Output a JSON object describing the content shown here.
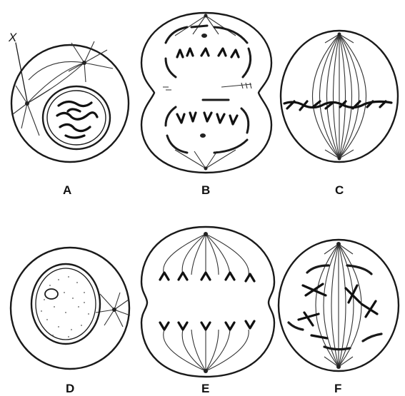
{
  "panels": [
    {
      "id": "A",
      "label": "A",
      "pointer_label": "X"
    },
    {
      "id": "B",
      "label": "B"
    },
    {
      "id": "C",
      "label": "C"
    },
    {
      "id": "D",
      "label": "D"
    },
    {
      "id": "E",
      "label": "E"
    },
    {
      "id": "F",
      "label": "F"
    }
  ],
  "colors": {
    "ink": "#1a1a1a",
    "background": "#ffffff"
  }
}
